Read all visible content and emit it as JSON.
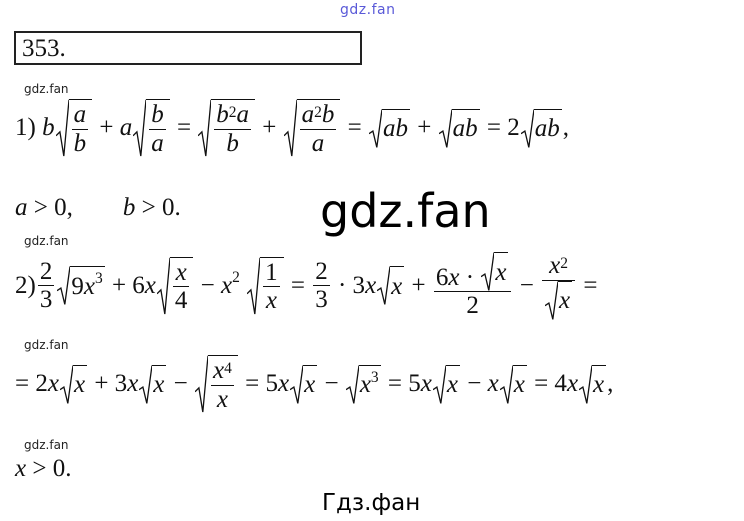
{
  "watermarks": {
    "top": "gdz.fan",
    "big": "gdz.fan",
    "small": [
      "gdz.fan",
      "gdz.fan",
      "gdz.fan",
      "gdz.fan"
    ],
    "footer": "Гдз.фан"
  },
  "title": "353.",
  "lines": [
    [
      "1) ",
      {
        "v": "b"
      },
      {
        "sqrt": [
          {
            "frac": {
              "num": [
                {
                  "v": "a"
                }
              ],
              "den": [
                {
                  "v": "b"
                }
              ]
            }
          }
        ]
      },
      " + ",
      {
        "v": "a"
      },
      {
        "sqrt": [
          {
            "frac": {
              "num": [
                {
                  "v": "b"
                }
              ],
              "den": [
                {
                  "v": "a"
                }
              ]
            }
          }
        ]
      },
      " = ",
      {
        "sqrt": [
          {
            "frac": {
              "num": [
                {
                  "v": "b"
                },
                {
                  "sup": "2"
                },
                {
                  "v": "a"
                }
              ],
              "den": [
                {
                  "v": "b"
                }
              ]
            }
          }
        ]
      },
      " + ",
      {
        "sqrt": [
          {
            "frac": {
              "num": [
                {
                  "v": "a"
                },
                {
                  "sup": "2"
                },
                {
                  "v": "b"
                }
              ],
              "den": [
                {
                  "v": "a"
                }
              ]
            }
          }
        ]
      },
      " = ",
      {
        "sqrt": [
          {
            "v": "ab"
          }
        ]
      },
      " + ",
      {
        "sqrt": [
          {
            "v": "ab"
          }
        ]
      },
      " = 2",
      {
        "sqrt": [
          {
            "v": "ab"
          }
        ]
      },
      ","
    ],
    [
      {
        "v": "a"
      },
      " > 0,        ",
      {
        "v": "b"
      },
      " > 0."
    ],
    [
      "2)",
      {
        "frac": {
          "num": [
            "2"
          ],
          "den": [
            "3"
          ]
        }
      },
      {
        "sqrt": [
          "9",
          {
            "v": "x"
          },
          {
            "sup": "3"
          }
        ]
      },
      " + 6",
      {
        "v": "x"
      },
      {
        "sqrt": [
          {
            "frac": {
              "num": [
                {
                  "v": "x"
                }
              ],
              "den": [
                "4"
              ]
            }
          }
        ]
      },
      " − ",
      {
        "v": "x"
      },
      {
        "sup": "2"
      },
      " ",
      {
        "sqrt": [
          {
            "frac": {
              "num": [
                "1"
              ],
              "den": [
                {
                  "v": "x"
                }
              ]
            }
          }
        ]
      },
      " = ",
      {
        "frac": {
          "num": [
            "2"
          ],
          "den": [
            "3"
          ]
        }
      },
      " · 3",
      {
        "v": "x"
      },
      {
        "sqrt": [
          {
            "v": "x"
          }
        ]
      },
      " + ",
      {
        "frac": {
          "num": [
            "6",
            {
              "v": "x"
            },
            " · ",
            {
              "sqrt": [
                {
                  "v": "x"
                }
              ]
            }
          ],
          "den": [
            "2"
          ]
        }
      },
      " − ",
      {
        "frac": {
          "num": [
            {
              "v": "x"
            },
            {
              "sup": "2"
            }
          ],
          "den": [
            {
              "sqrt": [
                {
                  "v": "x"
                }
              ]
            }
          ]
        }
      },
      " ="
    ],
    [
      "= 2",
      {
        "v": "x"
      },
      {
        "sqrt": [
          {
            "v": "x"
          }
        ]
      },
      " + 3",
      {
        "v": "x"
      },
      {
        "sqrt": [
          {
            "v": "x"
          }
        ]
      },
      " − ",
      {
        "sqrt": [
          {
            "frac": {
              "num": [
                {
                  "v": "x"
                },
                {
                  "sup": "4"
                }
              ],
              "den": [
                {
                  "v": "x"
                }
              ]
            }
          }
        ]
      },
      " = 5",
      {
        "v": "x"
      },
      {
        "sqrt": [
          {
            "v": "x"
          }
        ]
      },
      " − ",
      {
        "sqrt": [
          {
            "v": "x"
          },
          {
            "sup": "3"
          }
        ]
      },
      " = 5",
      {
        "v": "x"
      },
      {
        "sqrt": [
          {
            "v": "x"
          }
        ]
      },
      " − ",
      {
        "v": "x"
      },
      {
        "sqrt": [
          {
            "v": "x"
          }
        ]
      },
      " = 4",
      {
        "v": "x"
      },
      {
        "sqrt": [
          {
            "v": "x"
          }
        ]
      },
      ","
    ],
    [
      {
        "v": "x"
      },
      " > 0."
    ]
  ]
}
